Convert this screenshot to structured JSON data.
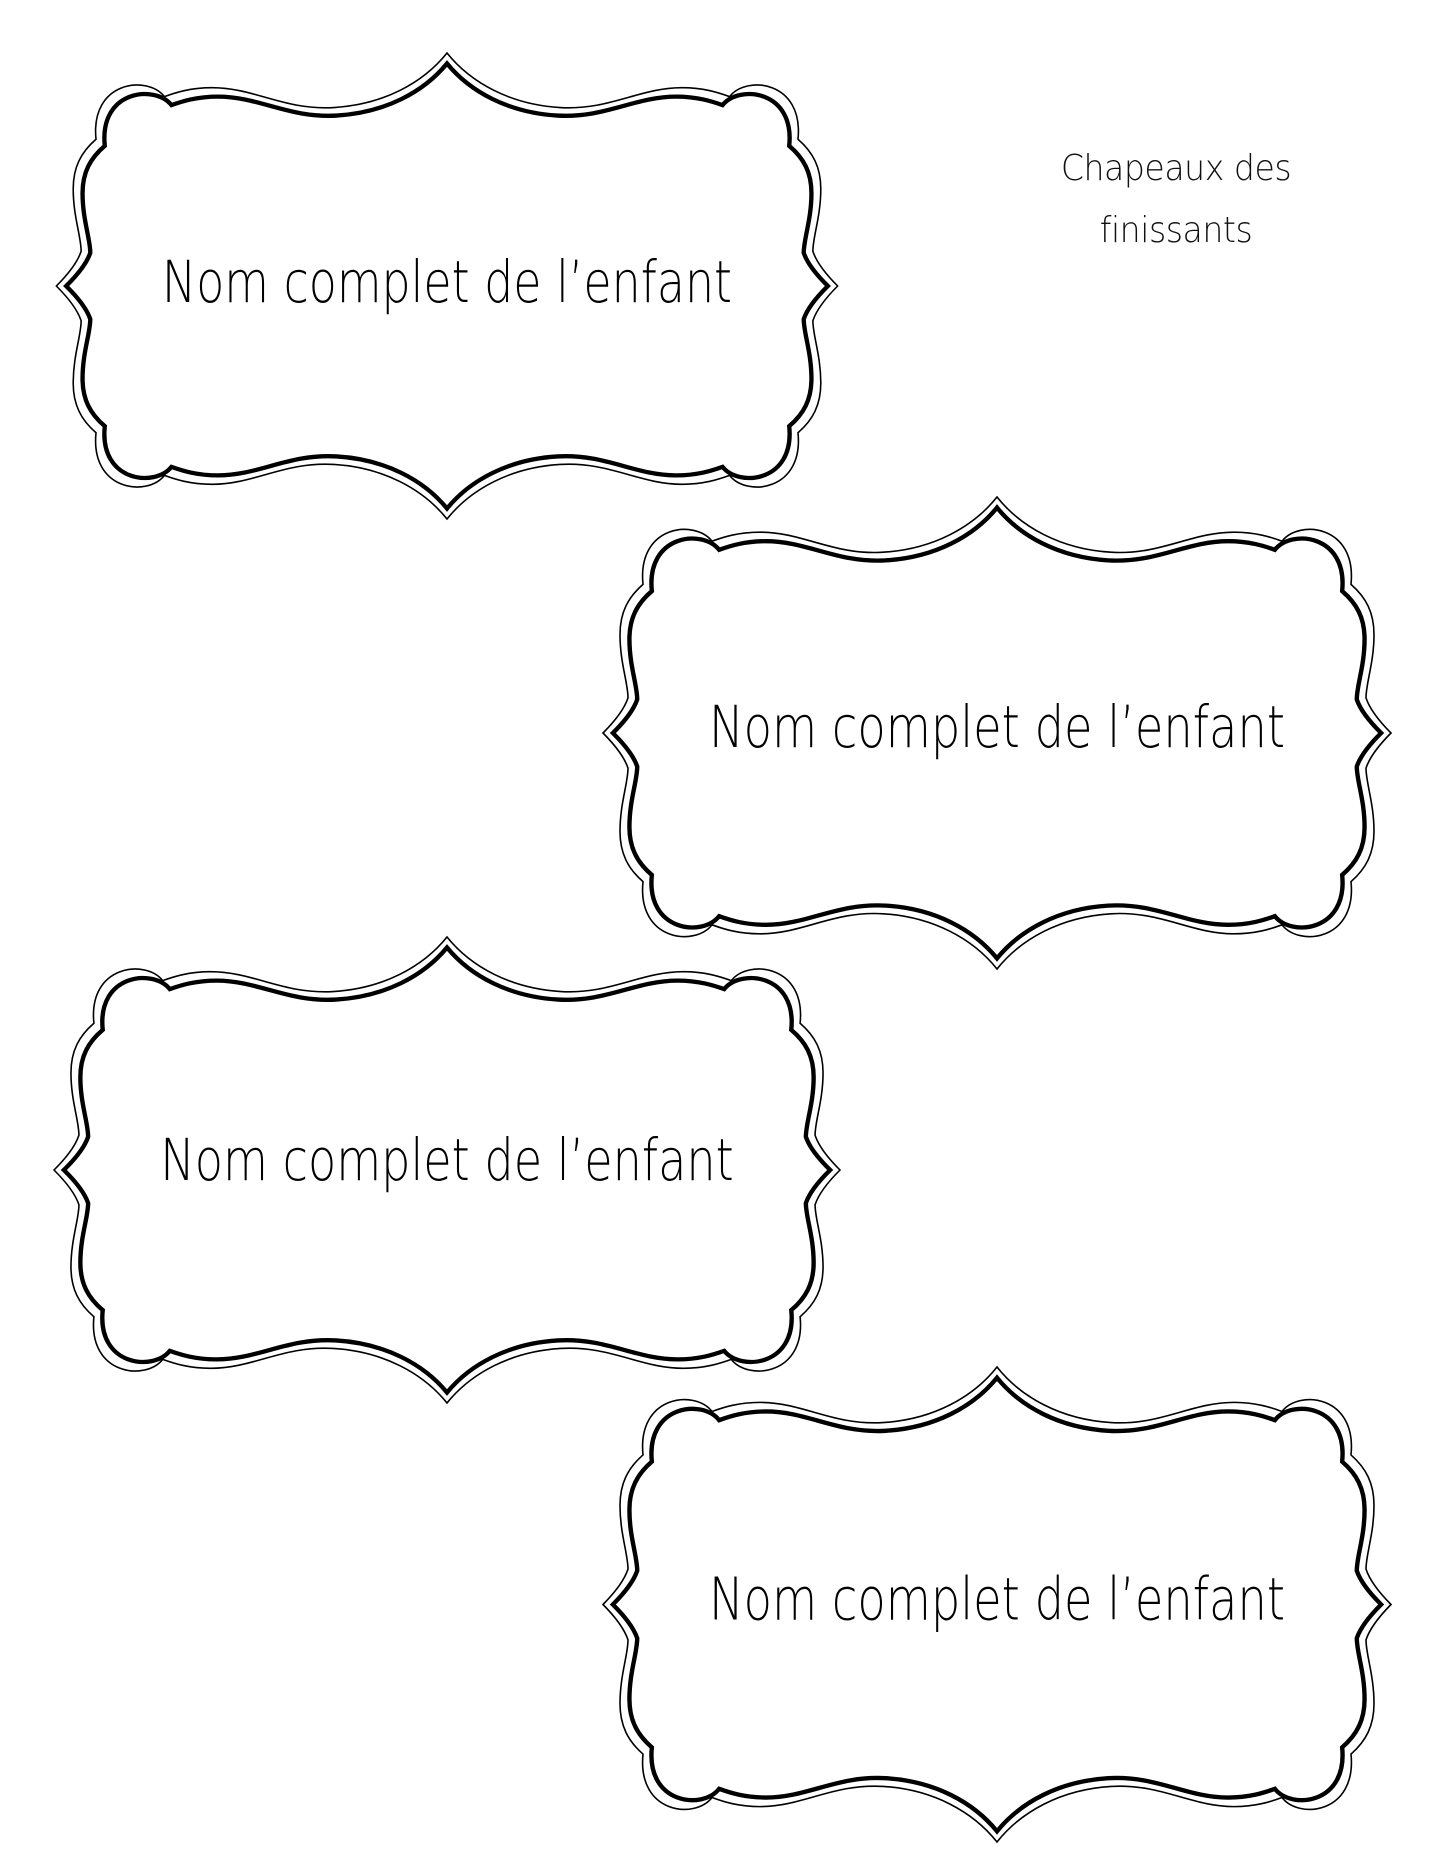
{
  "document": {
    "title_lines": [
      "Chapeaux des",
      "finissants"
    ]
  },
  "labels": [
    {
      "text": "Nom complet de l’enfant",
      "position": "top-left"
    },
    {
      "text": "Nom complet de l’enfant",
      "position": "upper-right"
    },
    {
      "text": "Nom complet de l’enfant",
      "position": "lower-left"
    },
    {
      "text": "Nom complet de l’enfant",
      "position": "bottom-right"
    }
  ],
  "icons": {
    "frame": "decorative-bracket-frame-icon"
  },
  "colors": {
    "background": "#ffffff",
    "ink": "#000000"
  }
}
